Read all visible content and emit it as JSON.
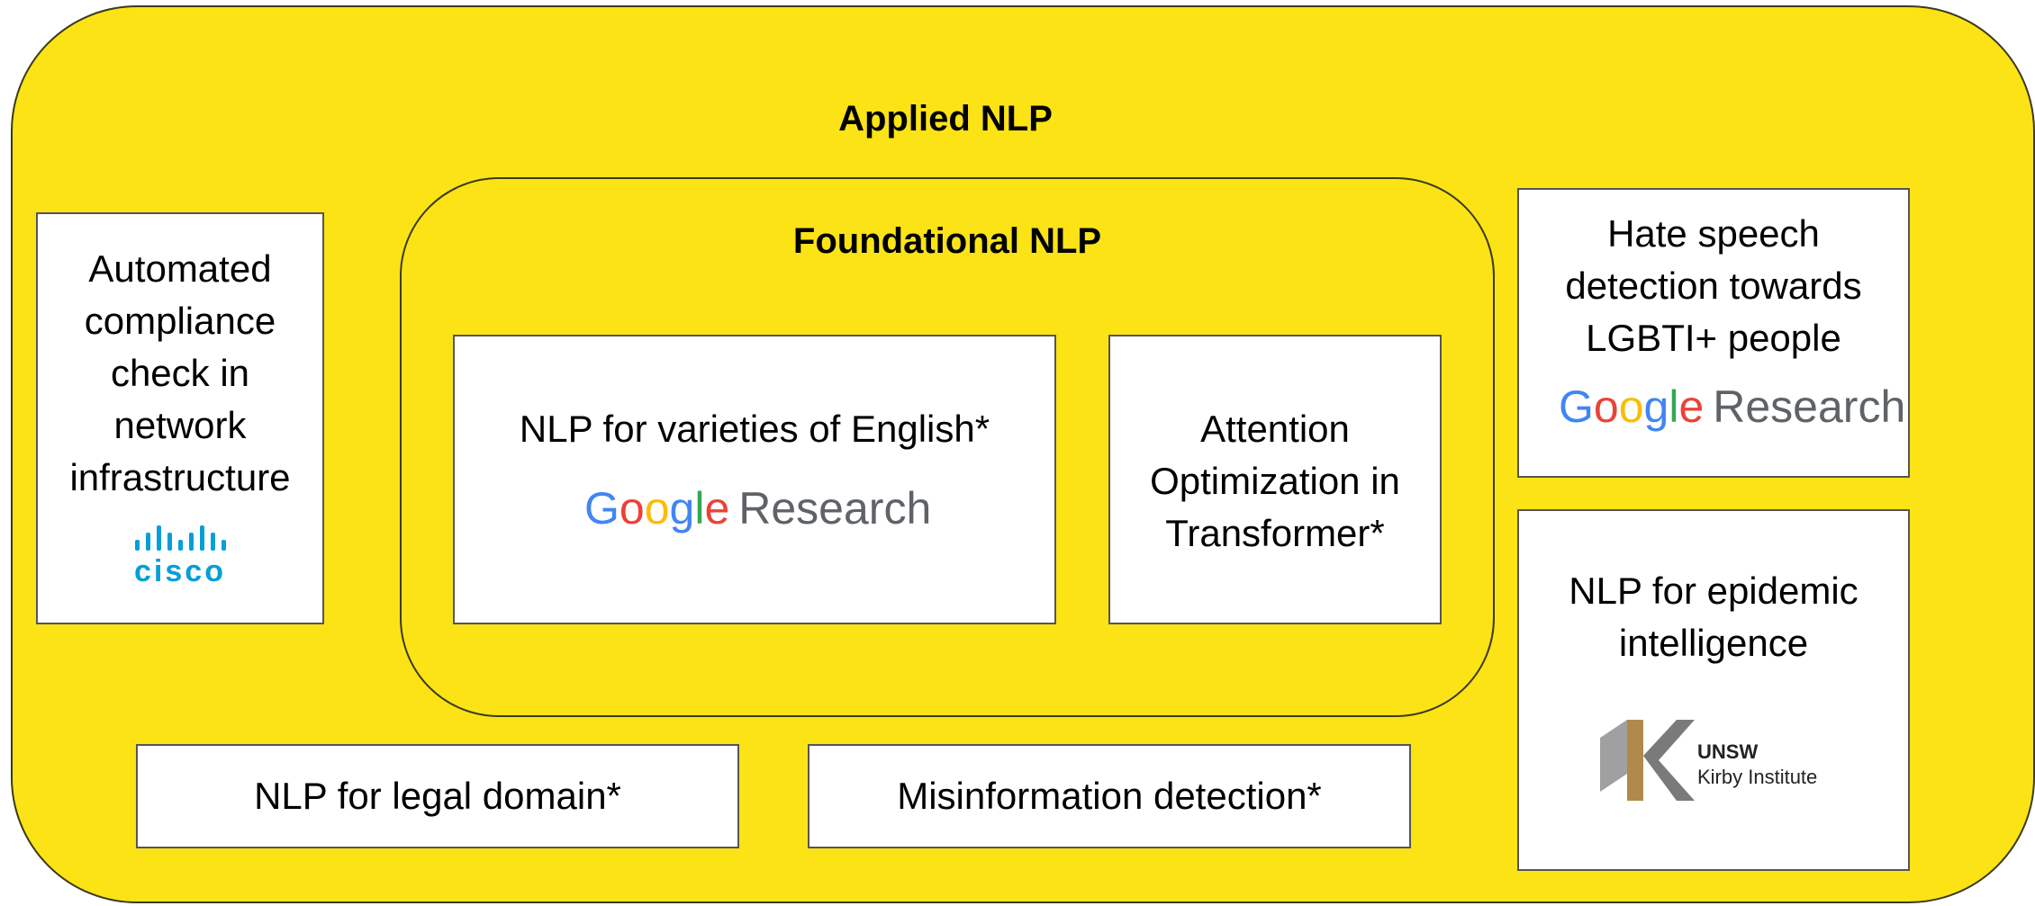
{
  "diagram": {
    "outer_title": "Applied NLP",
    "inner_title": "Foundational NLP",
    "boxes": {
      "compliance": {
        "lines": [
          "Automated",
          "compliance",
          "check in",
          "network",
          "infrastructure"
        ],
        "logo_text": "cisco"
      },
      "varieties": {
        "label": "NLP for varieties of English*",
        "logo": {
          "brand": "Google",
          "suffix": "Research"
        }
      },
      "attention": {
        "lines": [
          "Attention",
          "Optimization in",
          "Transformer*"
        ]
      },
      "hate_speech": {
        "lines": [
          "Hate speech",
          "detection towards",
          "LGBTI+ people"
        ],
        "logo": {
          "brand": "Google",
          "suffix": "Research"
        }
      },
      "epidemic": {
        "lines": [
          "NLP for epidemic",
          "intelligence"
        ],
        "logo": {
          "line1": "UNSW",
          "line2": "Kirby Institute"
        }
      },
      "legal": {
        "label": "NLP for legal domain*"
      },
      "misinfo": {
        "label": "Misinformation detection*"
      }
    },
    "colors": {
      "container_fill": "#fce315",
      "box_fill": "#ffffff",
      "cisco_blue": "#049fd9"
    }
  }
}
